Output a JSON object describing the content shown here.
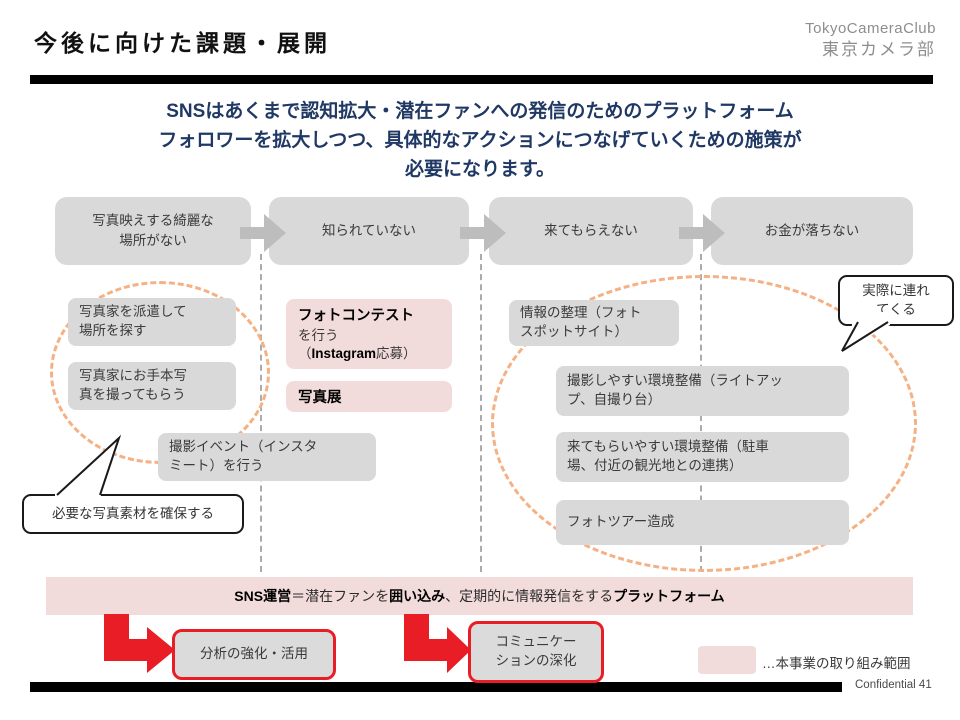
{
  "header": {
    "title": "今後に向けた課題・展開",
    "logo_line1": "TokyoCameraClub",
    "logo_line2": "東京カメラ部"
  },
  "headline": {
    "line1": "SNSはあくまで認知拡大・潜在ファンへの発信のためのプラットフォーム",
    "line2": "フォロワーを拡大しつつ、具体的なアクションにつなげていくための施策が",
    "line3": "必要になります。"
  },
  "flow": {
    "box1": "写真映えする綺麗な\n場所がない",
    "box2": "知られていない",
    "box3": "来てもらえない",
    "box4": "お金が落ちない"
  },
  "col1": {
    "item1": "写真家を派遣して\n場所を探す",
    "item2": "写真家にお手本写\n真を撮ってもらう",
    "item3": "撮影イベント（インスタ\nミート）を行う",
    "callout": "必要な写真素材を確保する"
  },
  "col2": {
    "contest_line1": "フォトコンテスト",
    "contest_line2": "を行う",
    "contest_line3_pre": "（",
    "contest_line3_bold": "Instagram",
    "contest_line3_post": "応募）",
    "exhibition": "写真展"
  },
  "col3": {
    "item1": "情報の整理（フォト\nスポットサイト）",
    "item2": "撮影しやすい環境整備（ライトアッ\nプ、自撮り台）",
    "item3": "来てもらいやすい環境整備（駐車\n場、付近の観光地との連携）",
    "item4": "フォトツアー造成",
    "callout": "実際に連れ\nてくる"
  },
  "sns_bar": {
    "seg1": "SNS運営",
    "seg2": "＝潜在ファンを",
    "seg3": "囲い込み",
    "seg4": "、定期的に情報発信をする",
    "seg5": "プラットフォーム"
  },
  "outcomes": {
    "box1": "分析の強化・活用",
    "box2": "コミュニケー\nションの深化"
  },
  "legend": {
    "label": "…本事業の取り組み範囲"
  },
  "footer": {
    "confidential": "Confidential 41"
  },
  "colors": {
    "headline_navy": "#1F3864",
    "box_gray": "#D9D9D9",
    "arrow_gray": "#BDBDBD",
    "pink_accent": "#F2DCDB",
    "orange_dashed": "#F5B183",
    "red_accent": "#E91D25"
  }
}
